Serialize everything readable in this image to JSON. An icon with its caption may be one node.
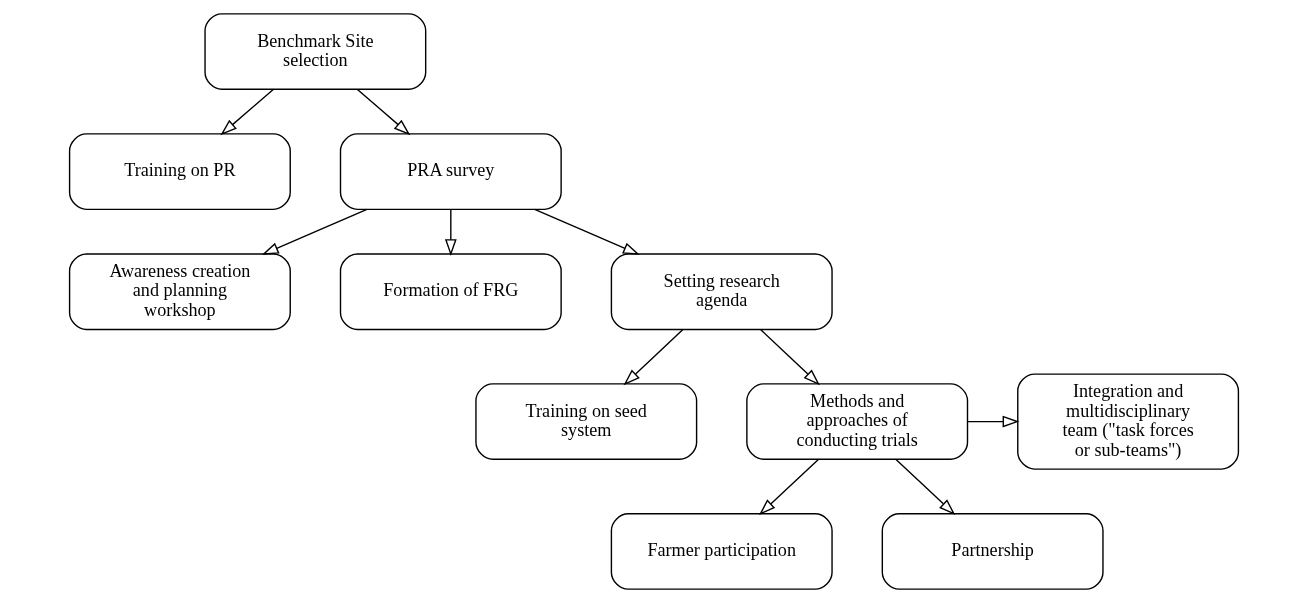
{
  "diagram": {
    "nodes": [
      {
        "text": [
          "Benchmark Site selection"
        ]
      },
      {
        "text": [
          "Training on PR"
        ]
      },
      {
        "text": [
          "PRA survey"
        ]
      },
      {
        "text": [
          "Awareness creation and planning workshop"
        ]
      },
      {
        "text": [
          "Formation of FRG"
        ]
      },
      {
        "text": [
          "Setting research agenda"
        ]
      },
      {
        "text": [
          "Integration and multidisciplinary team (\"task forces or sub-teams\")"
        ]
      },
      {
        "text": [
          "Training on seed system"
        ]
      },
      {
        "text": [
          "Methods and approaches of conducting trials"
        ]
      },
      {
        "text": [
          "Farmer participation"
        ]
      },
      {
        "text": [
          "Partnership"
        ]
      }
    ],
    "edges": [
      {
        "from": 0,
        "to": 2,
        "arrow": "to"
      },
      {
        "from": 0,
        "to": 1,
        "arrow": "to"
      },
      {
        "from": 2,
        "to": 5,
        "arrow": "to"
      },
      {
        "from": 2,
        "to": 3,
        "arrow": "to"
      },
      {
        "from": 2,
        "to": 4,
        "arrow": "to"
      },
      {
        "from": 5,
        "to": 8,
        "arrow": "to"
      },
      {
        "from": 5,
        "to": 7,
        "arrow": "to"
      },
      {
        "from": 8,
        "to": 6,
        "arrow": "to"
      },
      {
        "from": 8,
        "to": 9,
        "arrow": "to"
      },
      {
        "from": 8,
        "to": 10,
        "arrow": "to"
      }
    ]
  }
}
